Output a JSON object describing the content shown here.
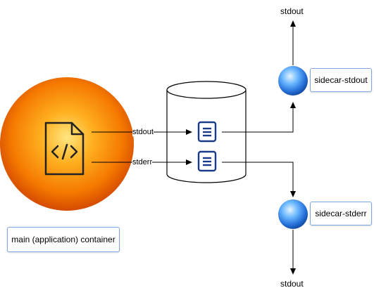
{
  "main_container": {
    "label": "main (application) container"
  },
  "sidecars": [
    {
      "label": "sidecar-stdout",
      "output": "stdout"
    },
    {
      "label": "sidecar-stderr",
      "output": "stdout"
    }
  ],
  "streams": {
    "stdout": "stdout",
    "stderr": "stderr"
  },
  "icons": {
    "app": "code-file-icon",
    "log_file": "document-icon",
    "storage": "cylinder-volume",
    "sidecar": "sphere-node"
  },
  "colors": {
    "main_sphere_inner": "#ffd24d",
    "main_sphere_outer": "#e85a00",
    "sidecar_sphere_light": "#bfe3ff",
    "sidecar_sphere_dark": "#1a5fcc",
    "box_border": "#7ea6e0",
    "doc_icon": "#1a3a8a"
  }
}
